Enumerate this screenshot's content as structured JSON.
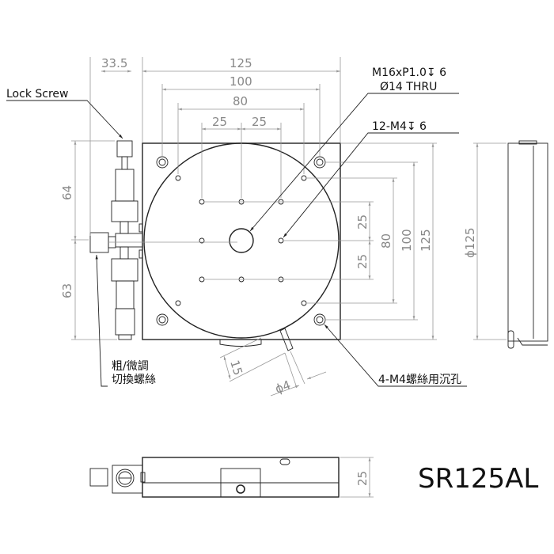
{
  "annotations": {
    "lock_screw": "Lock Screw",
    "center_thread_line1": "M16xP1.0↧ 6",
    "center_thread_line2": "Ø14 THRU",
    "m4_holes": "12-M4↧ 6",
    "coarse_fine_line1": "粗/微調",
    "coarse_fine_line2": "切換螺絲",
    "counterbore": "4-M4螺絲用沉孔"
  },
  "dimensions": {
    "offset": "33.5",
    "width": "125",
    "bolt_100": "100",
    "bolt_80": "80",
    "pitch_left": "25",
    "pitch_right": "25",
    "upper_height": "64",
    "lower_height": "63",
    "right_25_top": "25",
    "right_25_bottom": "25",
    "right_80": "80",
    "right_100": "100",
    "right_125": "125",
    "diameter": "ϕ125",
    "pin_length": "15",
    "pin_diameter": "ϕ4",
    "thickness": "25"
  },
  "model_name": "SR125AL"
}
